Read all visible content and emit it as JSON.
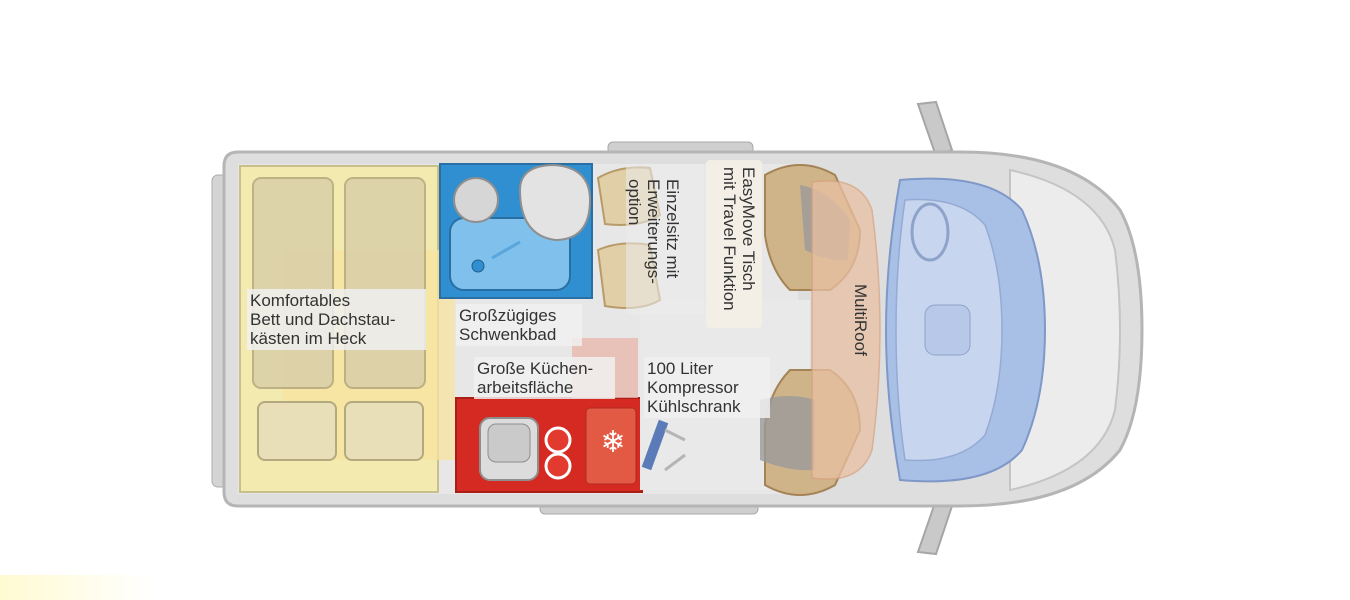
{
  "colors": {
    "bed": "#f4e8a8",
    "bath": "#2f8fd0",
    "kitchen": "#d42a22",
    "multiroof": "#e9c0a2",
    "cab_glass": "#9db7e3",
    "seat": "#c9b48f",
    "body": "#dcdcdc",
    "outline": "#b7b7b7"
  },
  "icons": {
    "fridge": "snowflake-icon",
    "sink": "sink-icon",
    "hob": "hob-icon"
  },
  "labels": {
    "bed": "Komfortables\nBett und Dachstau-\nkästen im Heck",
    "bath": "Großzügiges\nSchwenkbad",
    "kitchen": "Große Küchen-\narbeitsfläche",
    "fridge": "100 Liter\nKompressor\nKühlschrank",
    "single_seat": "Einzelsitz mit\nErweiterungs-\noption",
    "table": "EasyMove Tisch\nmit Travel Funktion",
    "multiroof": "MultiRoof"
  },
  "glyphs": {
    "snowflake": "❄"
  }
}
